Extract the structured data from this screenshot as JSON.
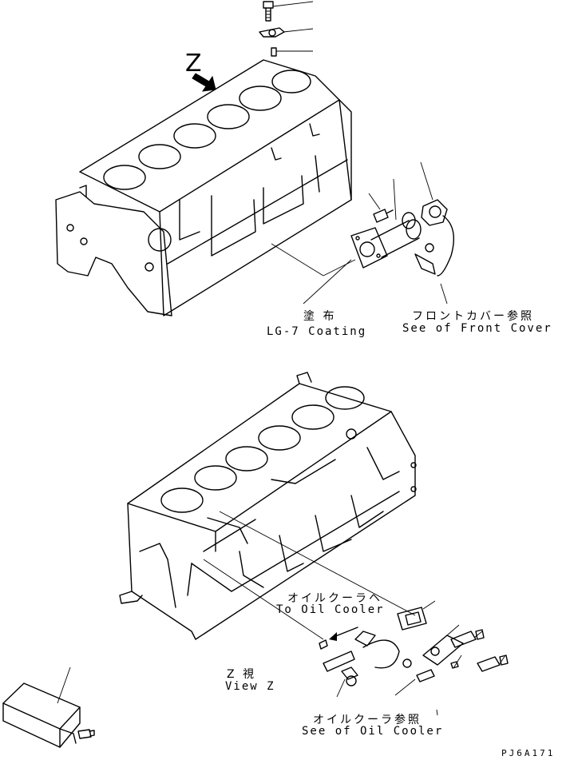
{
  "top_view": {
    "coating_jp": "塗 布",
    "coating_en": "LG-7 Coating",
    "front_cover_jp": "フロントカバー参照",
    "front_cover_en": "See of Front Cover",
    "view_letter": "Z"
  },
  "bottom_view": {
    "to_cooler_jp": "オイルクーラヘ",
    "to_cooler_en": "To Oil Cooler",
    "view_jp": "Z 視",
    "view_en": "View Z",
    "see_cooler_jp": "オイルクーラ参照",
    "see_cooler_en": "See of Oil Cooler"
  },
  "drawing_code": "PJ6A171"
}
